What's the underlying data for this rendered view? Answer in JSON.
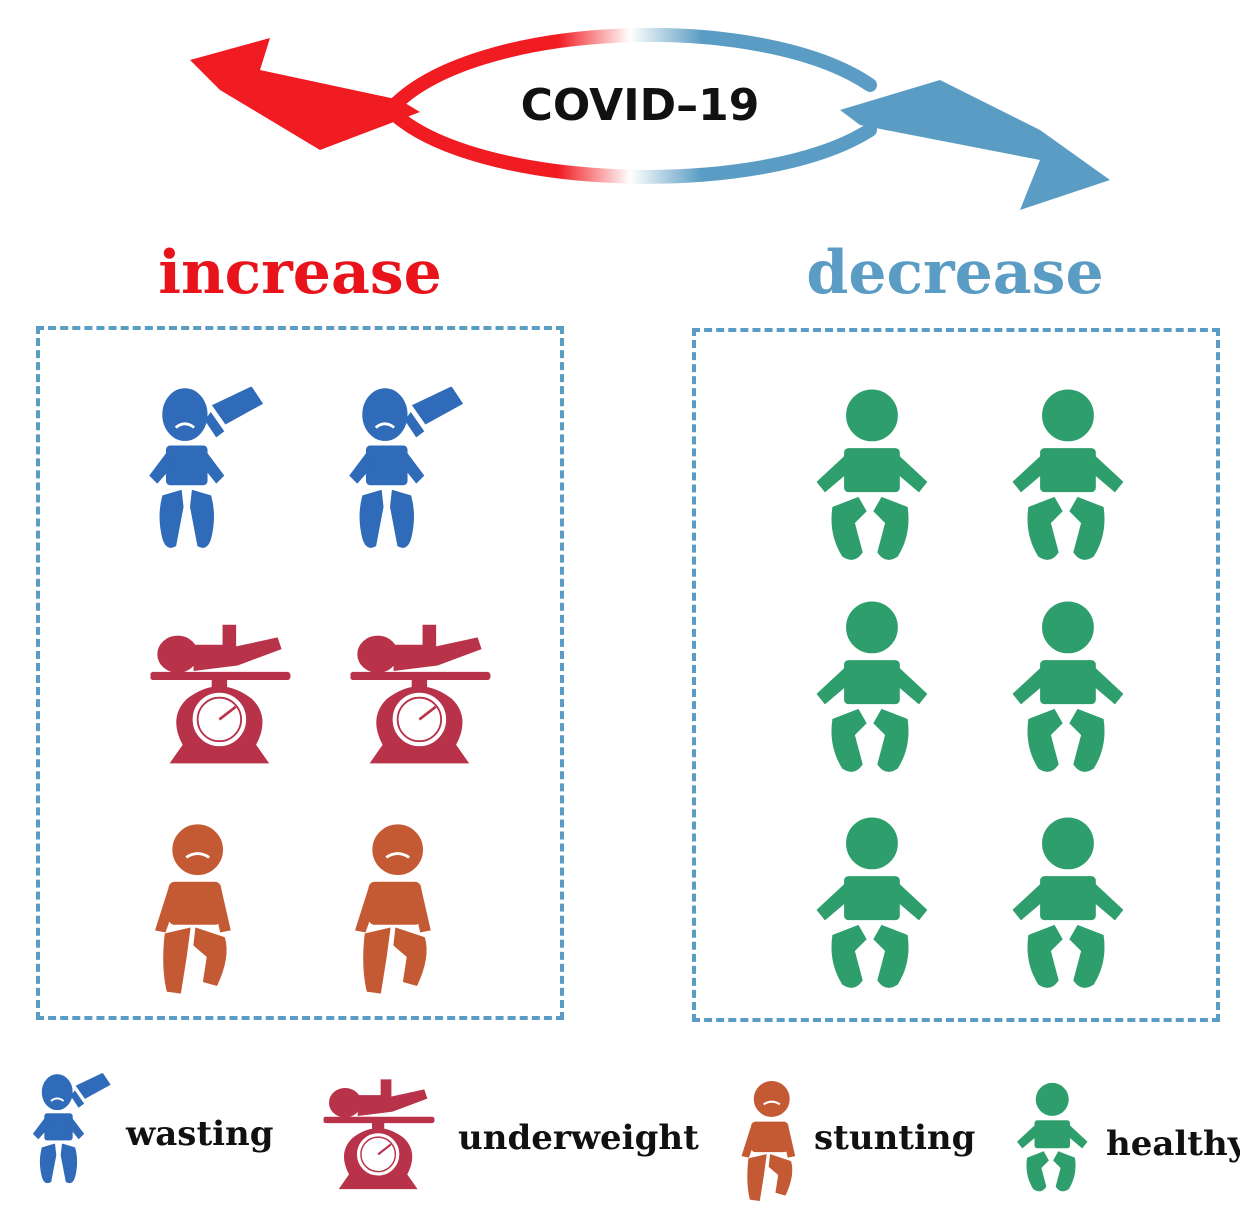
{
  "title": "COVID–19",
  "groups": {
    "increase": {
      "label": "increase",
      "color": "#e8131b"
    },
    "decrease": {
      "label": "decrease",
      "color": "#5a9cc4"
    }
  },
  "categories": [
    {
      "key": "wasting",
      "label": "wasting",
      "color": "#2f6bb8",
      "icon": "baby-with-bottle-icon"
    },
    {
      "key": "underweight",
      "label": "underweight",
      "color": "#b8324a",
      "icon": "baby-on-scale-icon"
    },
    {
      "key": "stunting",
      "label": "stunting",
      "color": "#c45a34",
      "icon": "sad-child-icon"
    },
    {
      "key": "healthy",
      "label": "healthy",
      "color": "#2e9e6c",
      "icon": "healthy-baby-icon"
    }
  ],
  "panels": {
    "increase": [
      "wasting",
      "wasting",
      "underweight",
      "underweight",
      "stunting",
      "stunting"
    ],
    "decrease": [
      "healthy",
      "healthy",
      "healthy",
      "healthy",
      "healthy",
      "healthy"
    ]
  }
}
